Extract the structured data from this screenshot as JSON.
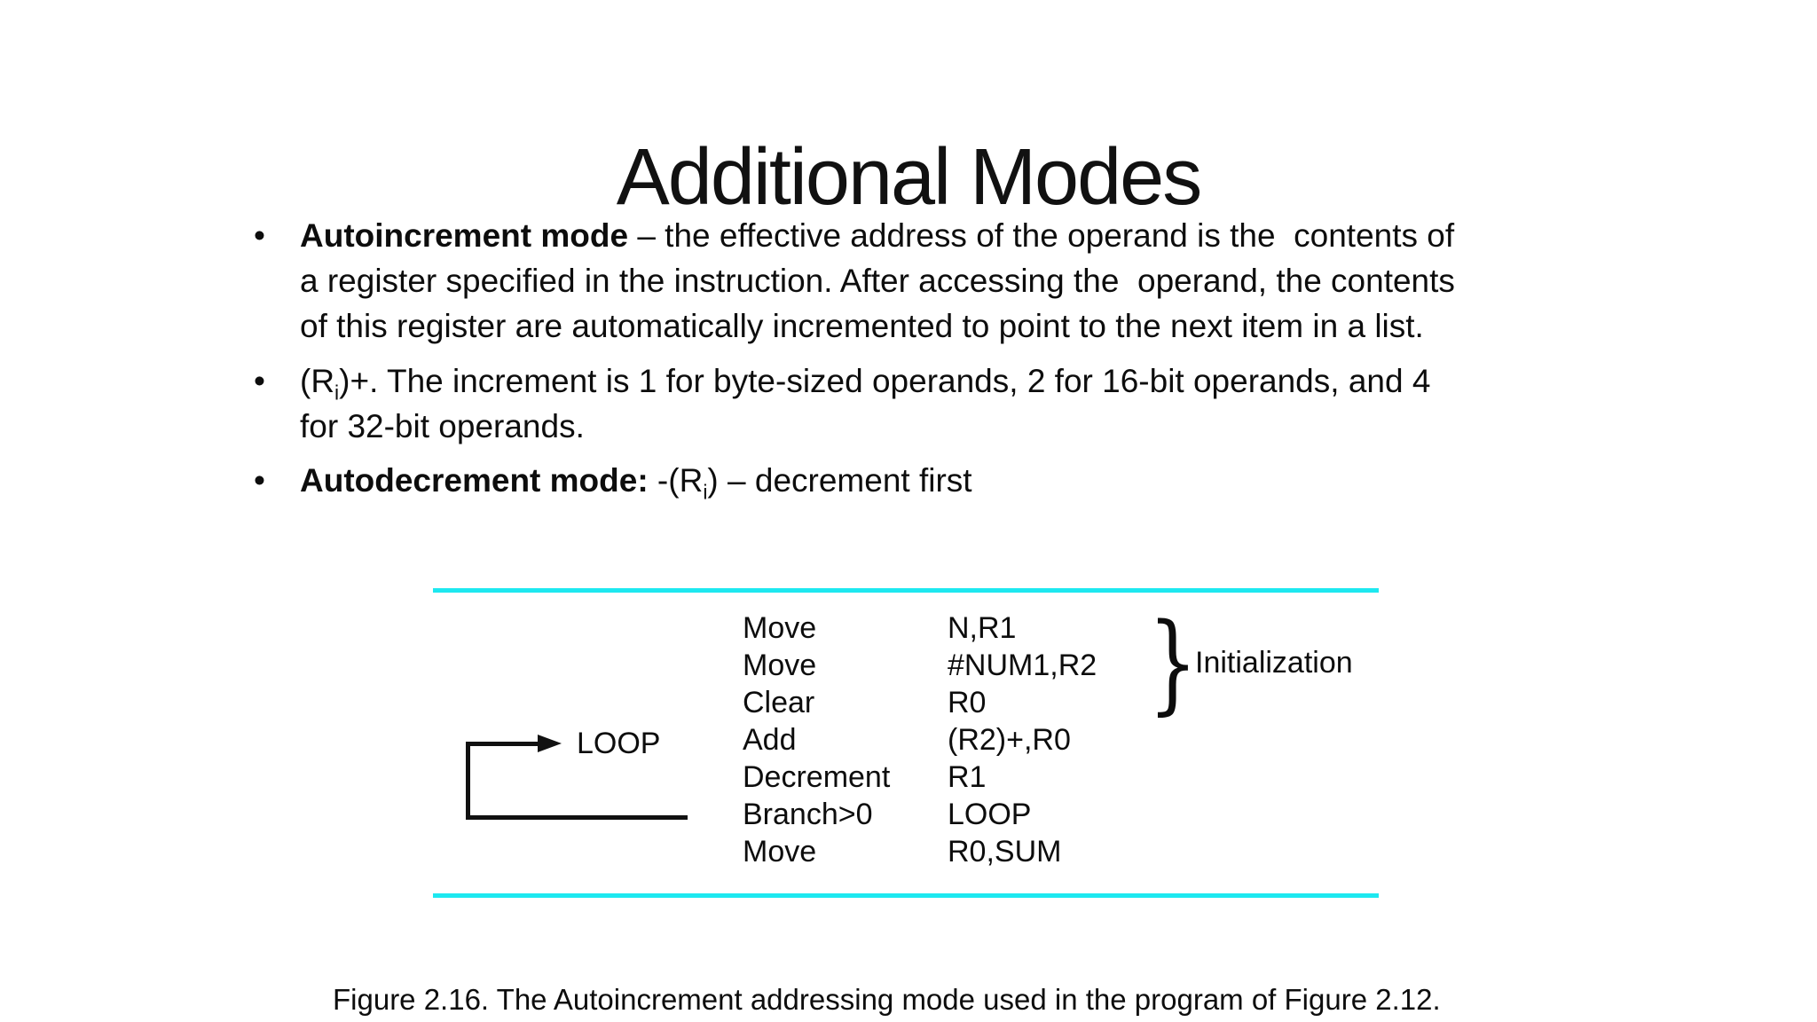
{
  "slide": {
    "title": "Additional Modes",
    "bullets": {
      "b1": {
        "marker": "•",
        "bold": "Autoincrement mode",
        "line1_rest": " – the effective address of the operand is the  contents of",
        "line2": "a register specified in the instruction. After accessing the  operand, the contents",
        "line3": "of this register are automatically incremented to point to the next item in a list."
      },
      "b2": {
        "marker": "•",
        "pre": "(R",
        "sub": "i",
        "line1_rest": ")+. The increment is 1 for byte-sized operands, 2 for 16-bit operands, and 4",
        "line2": "for 32-bit operands."
      },
      "b3": {
        "marker": "•",
        "bold": "Autodecrement mode:",
        "mid": " -(R",
        "sub": "i",
        "rest": ") – decrement first"
      }
    },
    "figure": {
      "rows": [
        {
          "op": "Move",
          "operand": "N,R1"
        },
        {
          "op": "Move",
          "operand": "#NUM1,R2"
        },
        {
          "op": "Clear",
          "operand": "R0"
        },
        {
          "op": "Add",
          "operand": "(R2)+,R0"
        },
        {
          "op": "Decrement",
          "operand": "R1"
        },
        {
          "op": "Branch>0",
          "operand": "LOOP"
        },
        {
          "op": "Move",
          "operand": "R0,SUM"
        }
      ],
      "loop_label": "LOOP",
      "brace": "}",
      "init_label": "Initialization",
      "line_color": "#1de8f0",
      "text_color": "#0d0d0d"
    },
    "caption": "Figure 2.16.  The Autoincrement addressing mode used in the program of Figure 2.12."
  }
}
